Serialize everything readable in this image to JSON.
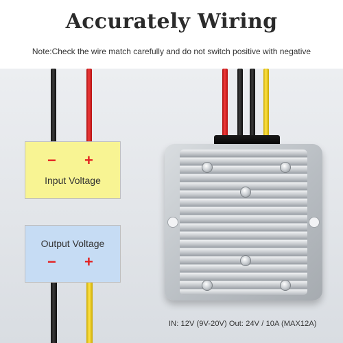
{
  "header": {
    "title": "Accurately Wiring",
    "note": "Note:Check the wire match carefully and do not switch positive with negative"
  },
  "input_box": {
    "minus": "−",
    "plus": "+",
    "label": "Input Voltage",
    "color": "#f8f493"
  },
  "output_box": {
    "label": "Output Voltage",
    "minus": "−",
    "plus": "+",
    "color": "#c6dcf4"
  },
  "spec": "IN: 12V (9V-20V) Out: 24V / 10A (MAX12A)",
  "icons": [
    "dc-converter-device-icon",
    "screw-icon",
    "mounting-hole-icon"
  ],
  "colors": {
    "minus_sign": "#e32222",
    "wire_black": "#111111",
    "wire_red": "#e02020",
    "wire_yellow": "#ffd400"
  }
}
